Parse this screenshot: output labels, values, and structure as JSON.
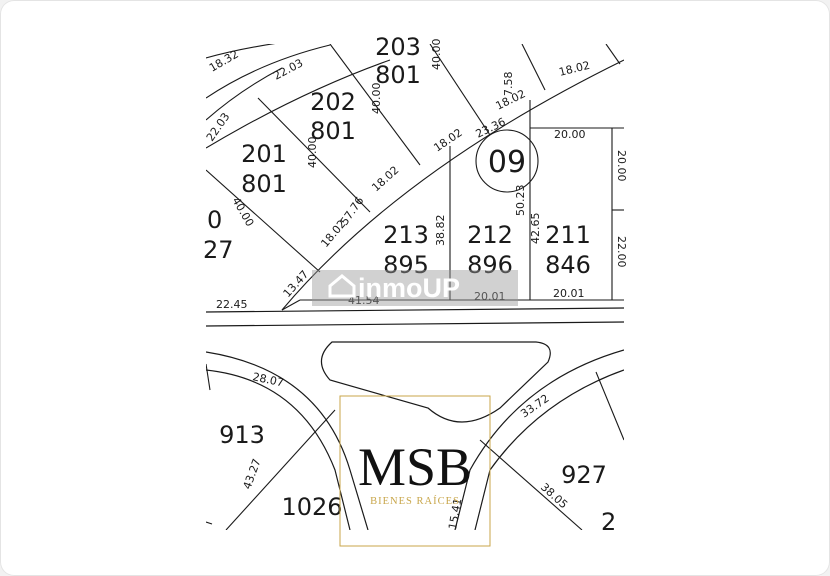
{
  "lots": [
    {
      "id": "lot-203",
      "num": "203",
      "area": "801"
    },
    {
      "id": "lot-202",
      "num": "202",
      "area": "801"
    },
    {
      "id": "lot-201",
      "num": "201",
      "area": "801"
    },
    {
      "id": "lot-partial-left",
      "num": "0",
      "area": "27"
    },
    {
      "id": "lot-213",
      "num": "213",
      "area": "895"
    },
    {
      "id": "lot-212",
      "num": "212",
      "area": "896"
    },
    {
      "id": "lot-211",
      "num": "211",
      "area": "846"
    },
    {
      "id": "lot-913",
      "num": "913",
      "area": ""
    },
    {
      "id": "lot-1026",
      "num": "1026",
      "area": ""
    },
    {
      "id": "lot-927",
      "num": "927",
      "area": ""
    },
    {
      "id": "lot-partial-right",
      "num": "2",
      "area": ""
    }
  ],
  "block_label": "09",
  "dimensions": [
    "18.32",
    "22.03",
    "40.00",
    "18.02",
    "7.58",
    "22.03",
    "40.00",
    "18.02",
    "23.36",
    "18.02",
    "20.00",
    "40.00",
    "18.02",
    "38.82",
    "50.23",
    "20.00",
    "42.65",
    "57.76",
    "18.02",
    "22.00",
    "13.47",
    "22.45",
    "41.54",
    "20.01",
    "20.01",
    "28.07",
    "33.72",
    "43.27",
    "38.05",
    "15.41"
  ],
  "watermark": {
    "text": "inmoUP"
  },
  "brand": {
    "name": "MSB",
    "tagline": "BIENES RAÍCES"
  }
}
